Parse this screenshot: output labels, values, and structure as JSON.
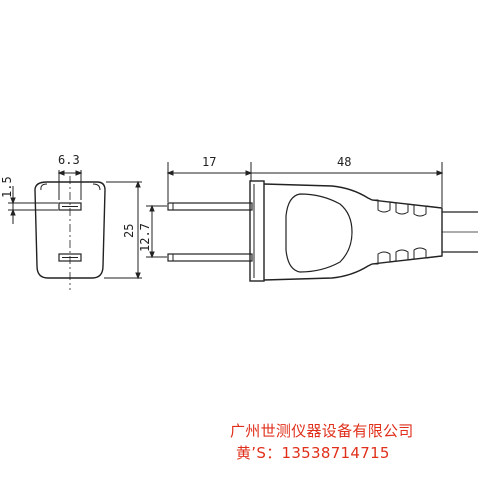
{
  "drawing": {
    "front_view": {
      "dim_width": "6.3",
      "dim_offset": "1.5",
      "dim_height": "25"
    },
    "side_view": {
      "dim_pin_length": "17",
      "dim_body_length": "48",
      "dim_pin_spacing": "12.7"
    }
  },
  "caption": {
    "company": "广州世测仪器设备有限公司",
    "contact": "黄’S：13538714715"
  },
  "colors": {
    "line": "#222222",
    "caption": "#e0301c"
  }
}
